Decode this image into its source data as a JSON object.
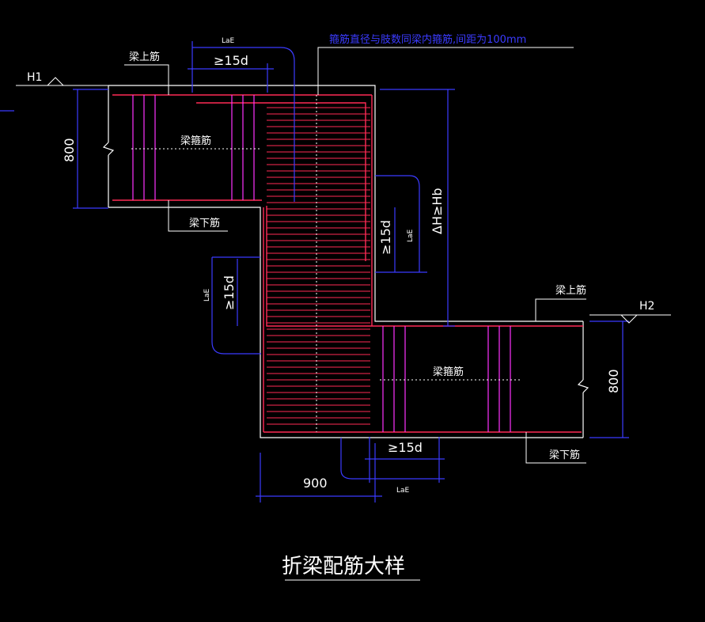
{
  "drawing": {
    "title": "折梁配筋大样",
    "note": "箍筋直径与肢数同梁内箍筋,间距为100mm",
    "labels": {
      "h1": "H1",
      "h2": "H2",
      "top_bar_left": "梁上筋",
      "top_bar_right": "梁上筋",
      "bottom_bar_left": "梁下筋",
      "bottom_bar_right": "梁下筋",
      "stirrup_left": "梁箍筋",
      "stirrup_right": "梁箍筋"
    },
    "dimensions": {
      "left_beam_height": "800",
      "right_beam_height": "800",
      "offset_width": "900",
      "delta_h": "ΔH≥Hb",
      "anchor_15d_top": "≥15d",
      "anchor_15d_right": "≥15d",
      "anchor_15d_left": "≥15d",
      "anchor_15d_bottom": "≥15d",
      "lae_top": "LaE",
      "lae_right": "LaE",
      "lae_left": "LaE",
      "lae_bottom": "LaE"
    },
    "colors": {
      "outline": "#ffffff",
      "rebar": "#ff2a55",
      "stirrup": "#ff33ff",
      "dimension": "#3b3bff",
      "background": "#000000"
    }
  }
}
